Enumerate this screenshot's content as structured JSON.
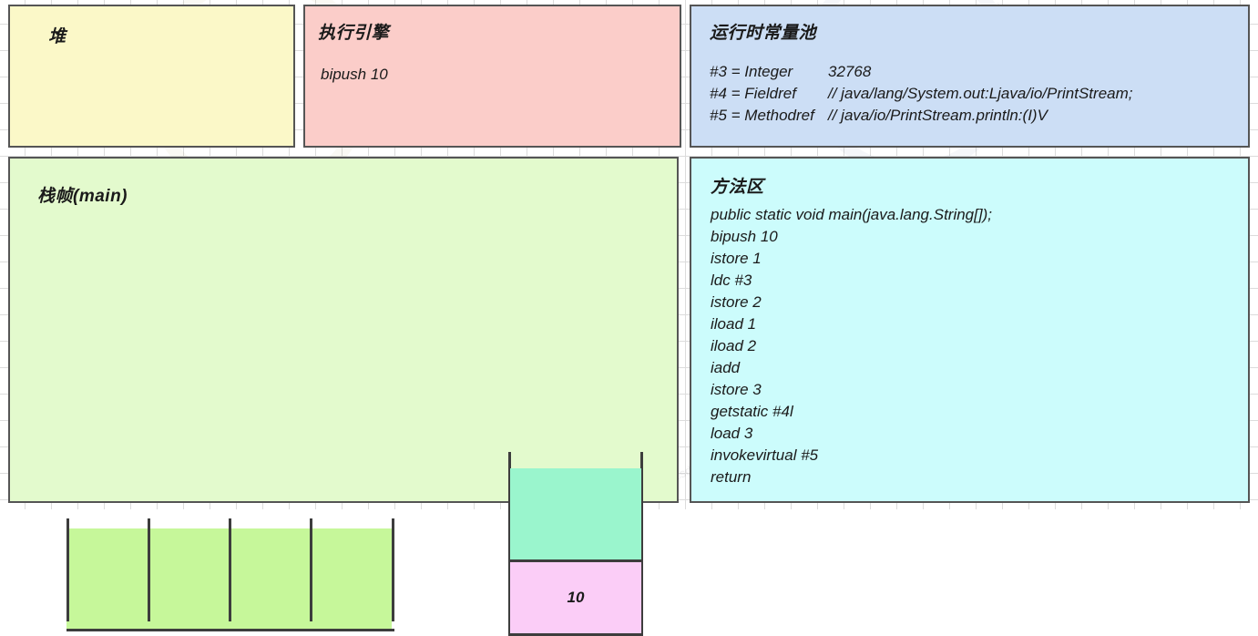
{
  "heap": {
    "title": "堆"
  },
  "execution_engine": {
    "title": "执行引擎",
    "current_instruction": "bipush 10"
  },
  "runtime_constant_pool": {
    "title": "运行时常量池",
    "entries": [
      {
        "key": "#3 = Integer",
        "value": "32768"
      },
      {
        "key": "#4 = Fieldref",
        "value": "// java/lang/System.out:Ljava/io/PrintStream;"
      },
      {
        "key": "#5 = Methodref",
        "value": "// java/io/PrintStream.println:(I)V"
      }
    ]
  },
  "stack_frame": {
    "title": "栈帧(main)",
    "local_variable_table": {
      "slot_count": 4,
      "slots": [
        "",
        "",
        "",
        ""
      ]
    },
    "operand_stack": {
      "cells": [
        {
          "value": "",
          "color": "#9af5cd"
        },
        {
          "value": "10",
          "color": "#fbcdf7"
        }
      ]
    }
  },
  "method_area": {
    "title": "方法区",
    "code": [
      "public static void main(java.lang.String[]);",
      "bipush 10",
      "istore 1",
      "ldc #3",
      "istore 2",
      "iload 1",
      "iload 2",
      "iadd",
      "istore 3",
      "getstatic #4l",
      "load 3",
      "invokevirtual #5",
      "return"
    ]
  },
  "watermark": {
    "text_a": "www.jhcsd",
    "text_b": "www.jhcsd",
    "text_c": "www.jhcsd",
    "text_d": "www.jhcsd"
  },
  "colors": {
    "heap": "#fbf8c8",
    "execution_engine": "#fbcdc9",
    "constant_pool": "#ccdef5",
    "stack_frame": "#e3facd",
    "method_area": "#ccfcfc",
    "slot_fill": "#c6f79a",
    "stack_top": "#9af5cd",
    "stack_bottom": "#fbcdf7",
    "border": "#555555"
  }
}
